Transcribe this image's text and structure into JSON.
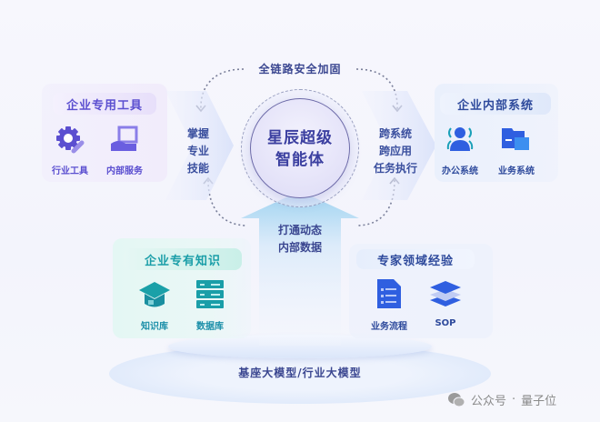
{
  "top_label": "全链路安全加固",
  "center": {
    "line1": "星辰超级",
    "line2": "智能体"
  },
  "left_arrow": {
    "lines": [
      "掌握",
      "专业",
      "技能"
    ]
  },
  "right_arrow": {
    "lines": [
      "跨系统",
      "跨应用",
      "任务执行"
    ]
  },
  "bottom_arrow": {
    "lines": [
      "打通动态",
      "内部数据"
    ]
  },
  "tools_box": {
    "title": "企业专用工具",
    "items": [
      {
        "label": "行业工具",
        "icon": "gear-wrench-icon"
      },
      {
        "label": "内部服务",
        "icon": "hand-box-icon"
      }
    ]
  },
  "systems_box": {
    "title": "企业内部系统",
    "items": [
      {
        "label": "办公系统",
        "icon": "user-broadcast-icon"
      },
      {
        "label": "业务系统",
        "icon": "folder-icon"
      }
    ]
  },
  "knowledge_box": {
    "title": "企业专有知识",
    "items": [
      {
        "label": "知识库",
        "icon": "graduation-cap-icon"
      },
      {
        "label": "数据库",
        "icon": "server-icon"
      }
    ]
  },
  "expert_box": {
    "title": "专家领域经验",
    "items": [
      {
        "label": "业务流程",
        "icon": "document-list-icon"
      },
      {
        "label": "SOP",
        "icon": "layers-icon"
      }
    ]
  },
  "base": "基座大模型/行业大模型",
  "watermark": {
    "text": "公众号",
    "sep": "·",
    "name": "量子位"
  },
  "colors": {
    "purple": "#5b4fd0",
    "blue": "#2f5fe0",
    "teal": "#1a9ea8",
    "navy": "#3a4690"
  }
}
